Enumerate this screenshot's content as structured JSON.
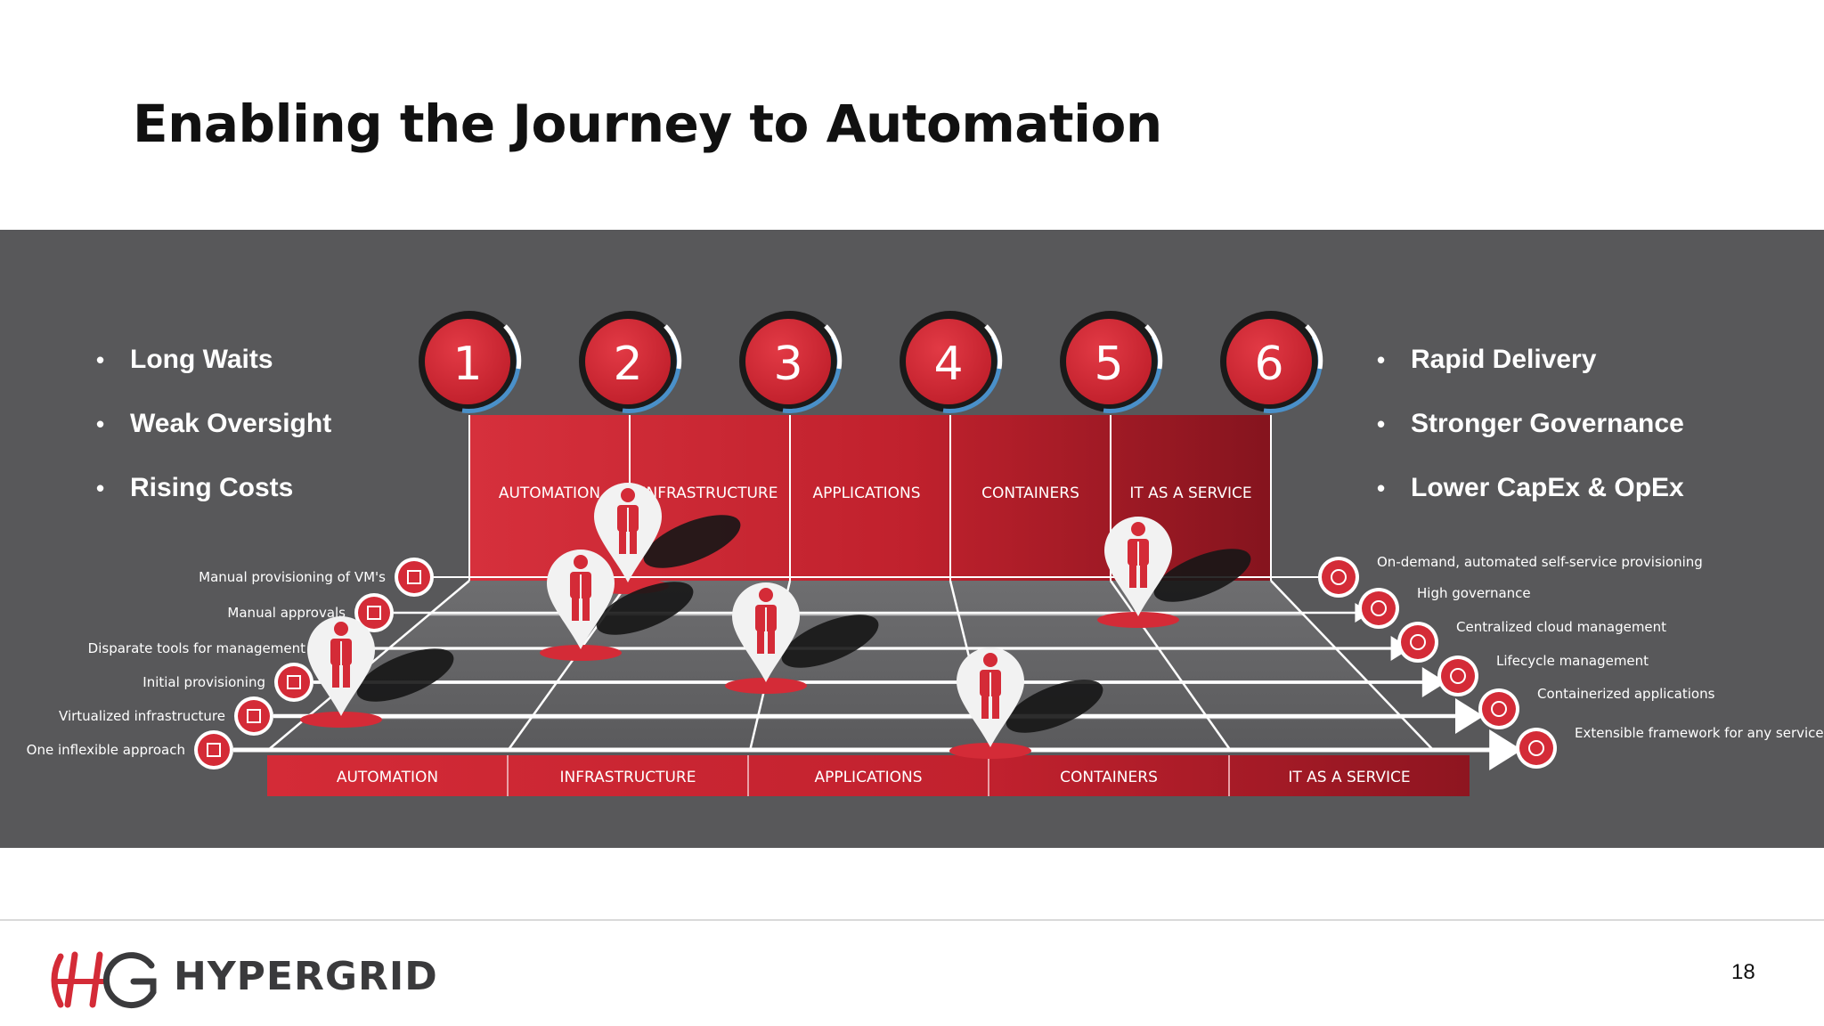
{
  "title": "Enabling the Journey to Automation",
  "left_bullets": [
    "Long Waits",
    "Weak Oversight",
    "Rising Costs"
  ],
  "right_bullets": [
    "Rapid Delivery",
    "Stronger Governance",
    "Lower CapEx & OpEx"
  ],
  "stages": [
    {
      "number": "1",
      "label": "AUTOMATION"
    },
    {
      "number": "2",
      "label": "INFRASTRUCTURE"
    },
    {
      "number": "3",
      "label": "APPLICATIONS"
    },
    {
      "number": "4",
      "label": "CONTAINERS"
    },
    {
      "number": "5",
      "label": "IT AS A SERVICE"
    },
    {
      "number": "6",
      "label": ""
    }
  ],
  "floor_labels": [
    "AUTOMATION",
    "INFRASTRUCTURE",
    "APPLICATIONS",
    "CONTAINERS",
    "IT AS A SERVICE"
  ],
  "left_items": [
    "Manual provisioning of VM's",
    "Manual approvals",
    "Disparate tools for management",
    "Initial provisioning",
    "Virtualized infrastructure",
    "One inflexible approach"
  ],
  "right_items": [
    "On-demand, automated self-service provisioning",
    "High governance",
    "Centralized cloud management",
    "Lifecycle management",
    "Containerized applications",
    "Extensible framework for any service"
  ],
  "brand": "HYPERGRID",
  "page_number": "18",
  "colors": {
    "accent_red": "#d42b37",
    "dark_red": "#8e1520",
    "band_gray": "#58585a",
    "ring_blue": "#4a90c9"
  }
}
